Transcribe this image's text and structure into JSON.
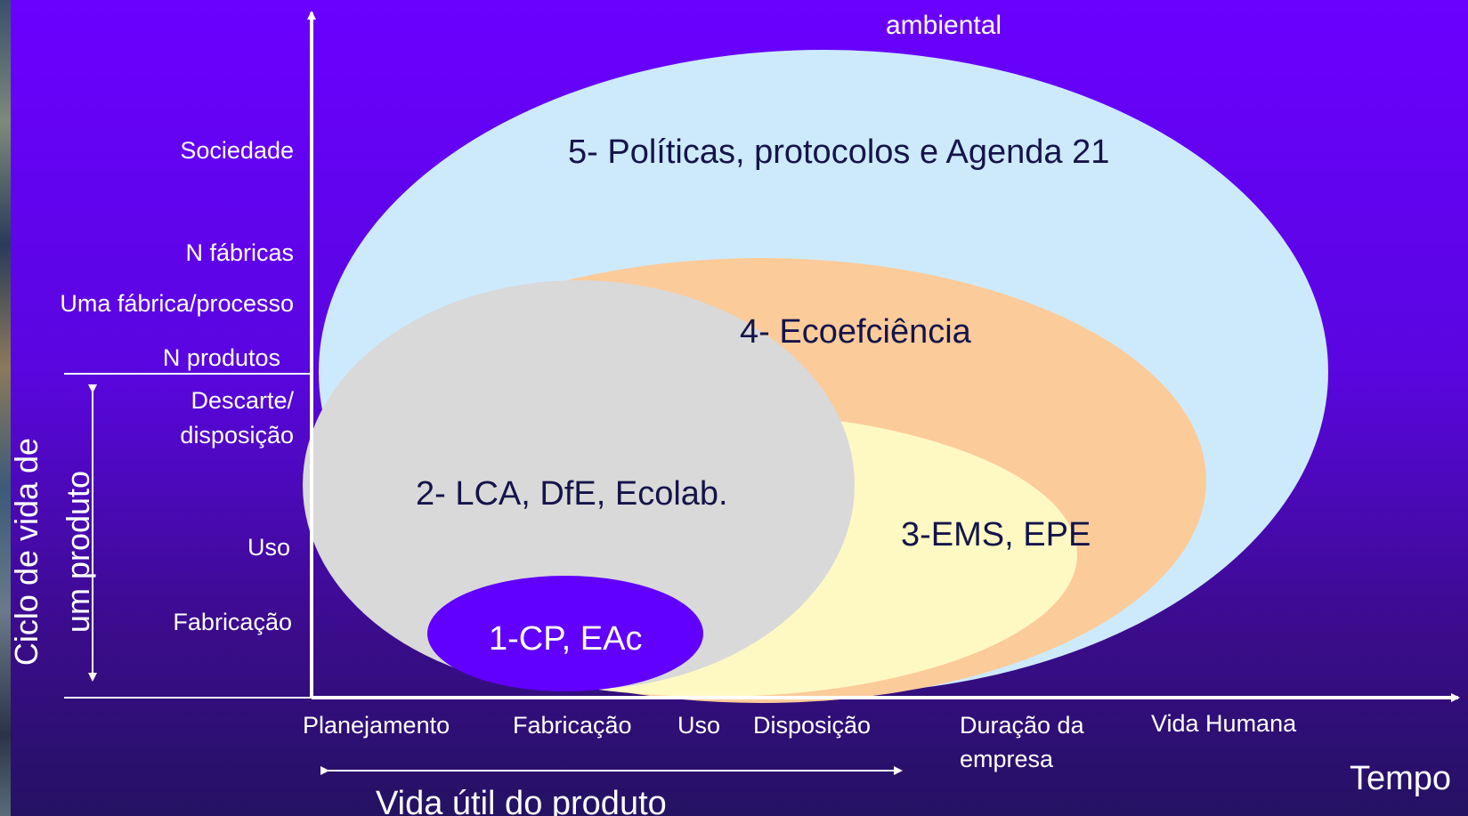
{
  "top_label": "ambiental",
  "y_axis": {
    "title_line1": "Ciclo de vida de",
    "title_line2": "um produto",
    "labels": {
      "sociedade": "Sociedade",
      "n_fabricas": "N fábricas",
      "uma_fabrica": "Uma fábrica/processo",
      "n_produtos": "N produtos",
      "descarte_1": "Descarte/",
      "descarte_2": "disposição",
      "uso": "Uso",
      "fabricacao": "Fabricação"
    }
  },
  "x_axis": {
    "title": "Tempo",
    "labels": {
      "planejamento": "Planejamento",
      "fabricacao": "Fabricação",
      "uso": "Uso",
      "disposicao": "Disposição",
      "duracao_1": "Duração da",
      "duracao_2": "empresa",
      "vida_humana": "Vida Humana"
    },
    "span_label": "Vida útil do produto"
  },
  "areas": {
    "politicas": "5- Políticas, protocolos e Agenda 21",
    "ecoeficiencia": "4- Ecoefciência",
    "lca": "2- LCA, DfE, Ecolab.",
    "ems": "3-EMS, EPE",
    "cp": "1-CP, EAc"
  },
  "colors": {
    "background": "#6a00ff",
    "area_politicas": "#cdeafd",
    "area_ecoeficiencia": "#fccb9a",
    "area_ems": "#fef9c3",
    "area_lca": "#d9d9d9",
    "area_cp": "#6100ff",
    "axes": "#ffffff"
  }
}
